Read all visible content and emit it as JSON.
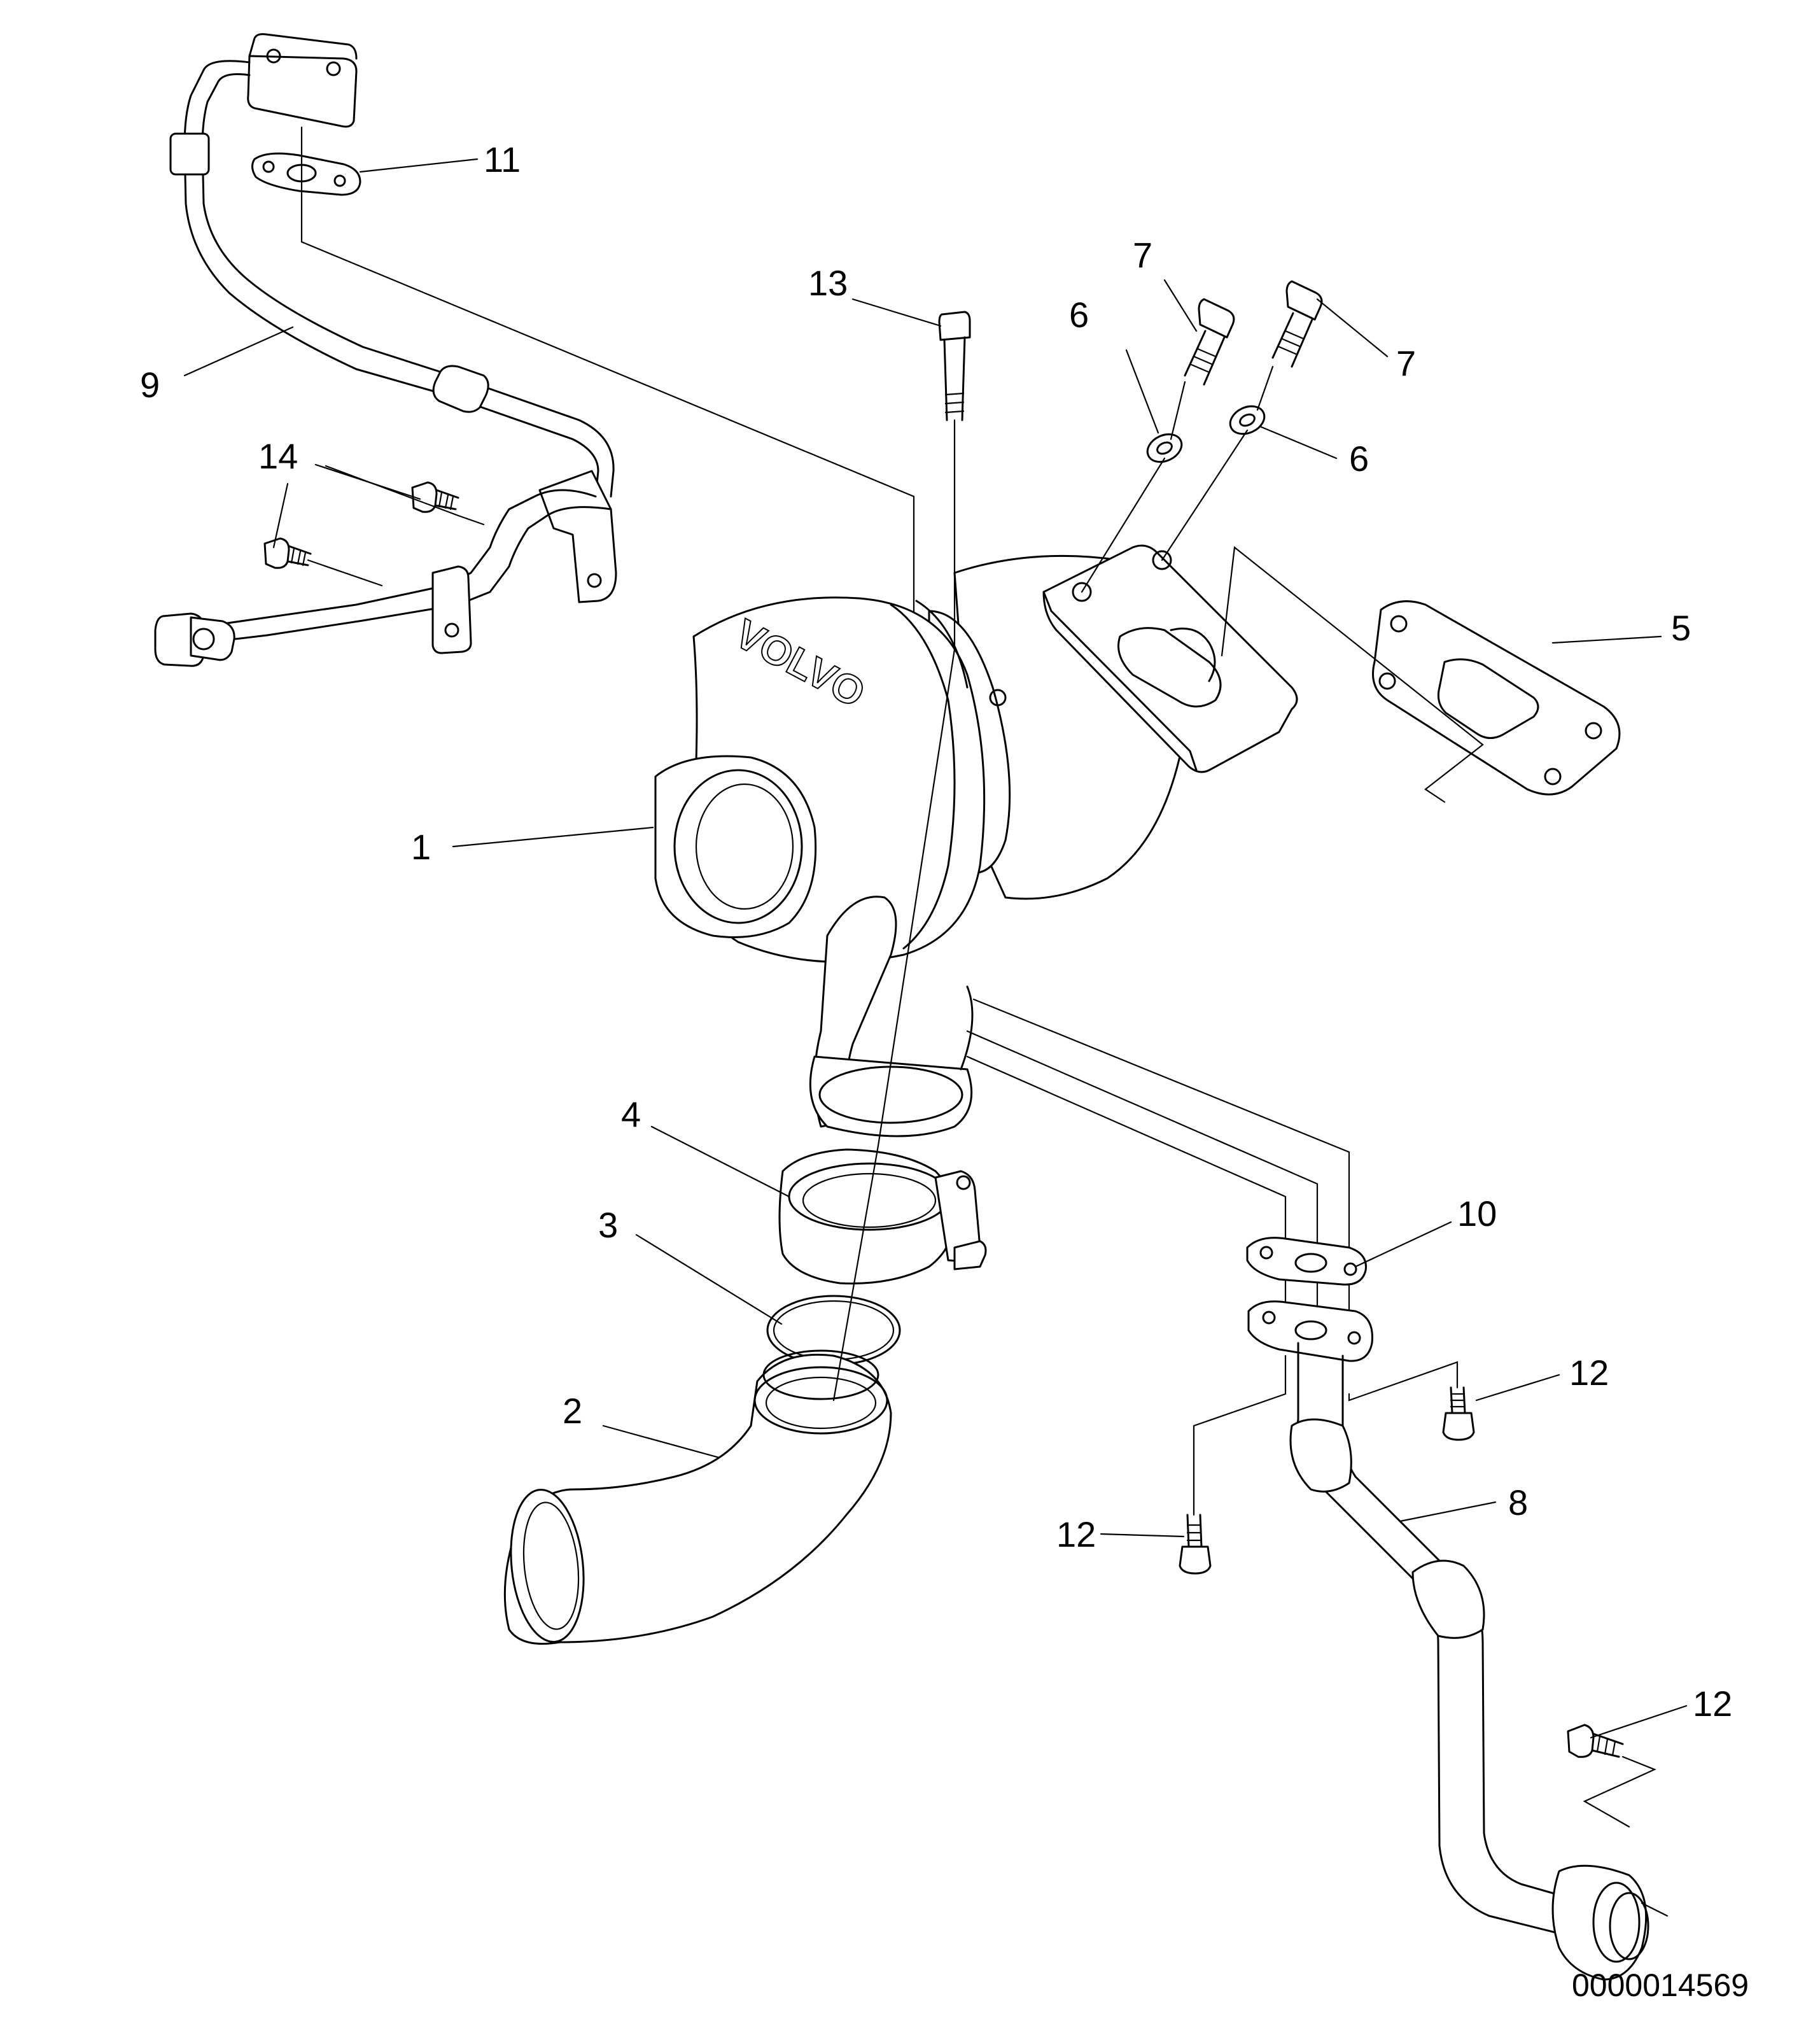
{
  "callouts": [
    {
      "id": "1",
      "label": "1"
    },
    {
      "id": "2",
      "label": "2"
    },
    {
      "id": "3",
      "label": "3"
    },
    {
      "id": "4",
      "label": "4"
    },
    {
      "id": "5",
      "label": "5"
    },
    {
      "id": "6a",
      "label": "6"
    },
    {
      "id": "6b",
      "label": "6"
    },
    {
      "id": "7a",
      "label": "7"
    },
    {
      "id": "7b",
      "label": "7"
    },
    {
      "id": "8",
      "label": "8"
    },
    {
      "id": "9",
      "label": "9"
    },
    {
      "id": "10",
      "label": "10"
    },
    {
      "id": "11",
      "label": "11"
    },
    {
      "id": "12a",
      "label": "12"
    },
    {
      "id": "12b",
      "label": "12"
    },
    {
      "id": "12c",
      "label": "12"
    },
    {
      "id": "13",
      "label": "13"
    },
    {
      "id": "14",
      "label": "14"
    }
  ],
  "housing_marking": "VOLVO",
  "document_number": "0000014569"
}
